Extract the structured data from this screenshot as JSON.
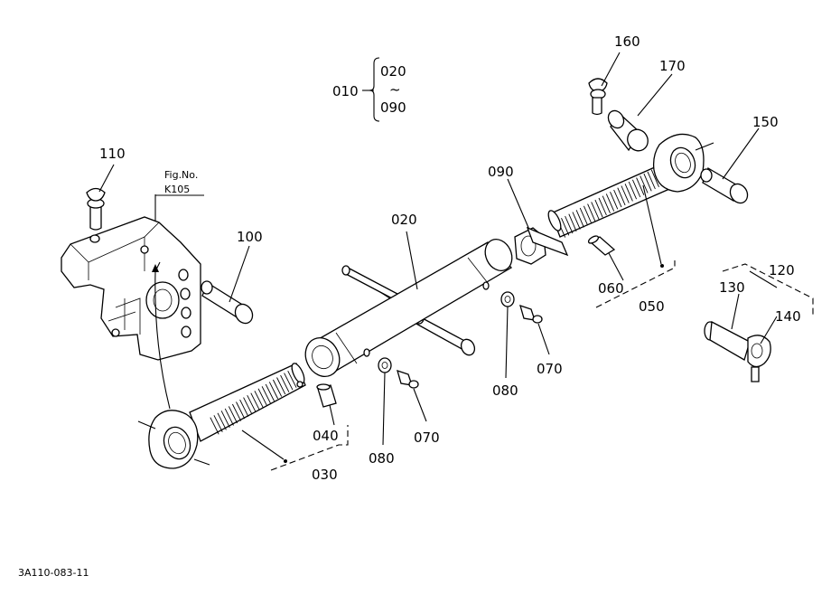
{
  "labels": {
    "p010": "010",
    "p020a": "020",
    "range_sep": "~",
    "p090a": "090",
    "p020": "020",
    "p030": "030",
    "p040": "040",
    "p050": "050",
    "p060": "060",
    "p070a": "070",
    "p070b": "070",
    "p080a": "080",
    "p080b": "080",
    "p090": "090",
    "p100": "100",
    "p110": "110",
    "p120": "120",
    "p130": "130",
    "p140": "140",
    "p150": "150",
    "p160": "160",
    "p170": "170",
    "fig_ref_line1": "Fig.No.",
    "fig_ref_line2": "K105",
    "drawing_code": "3A110-083-11"
  }
}
